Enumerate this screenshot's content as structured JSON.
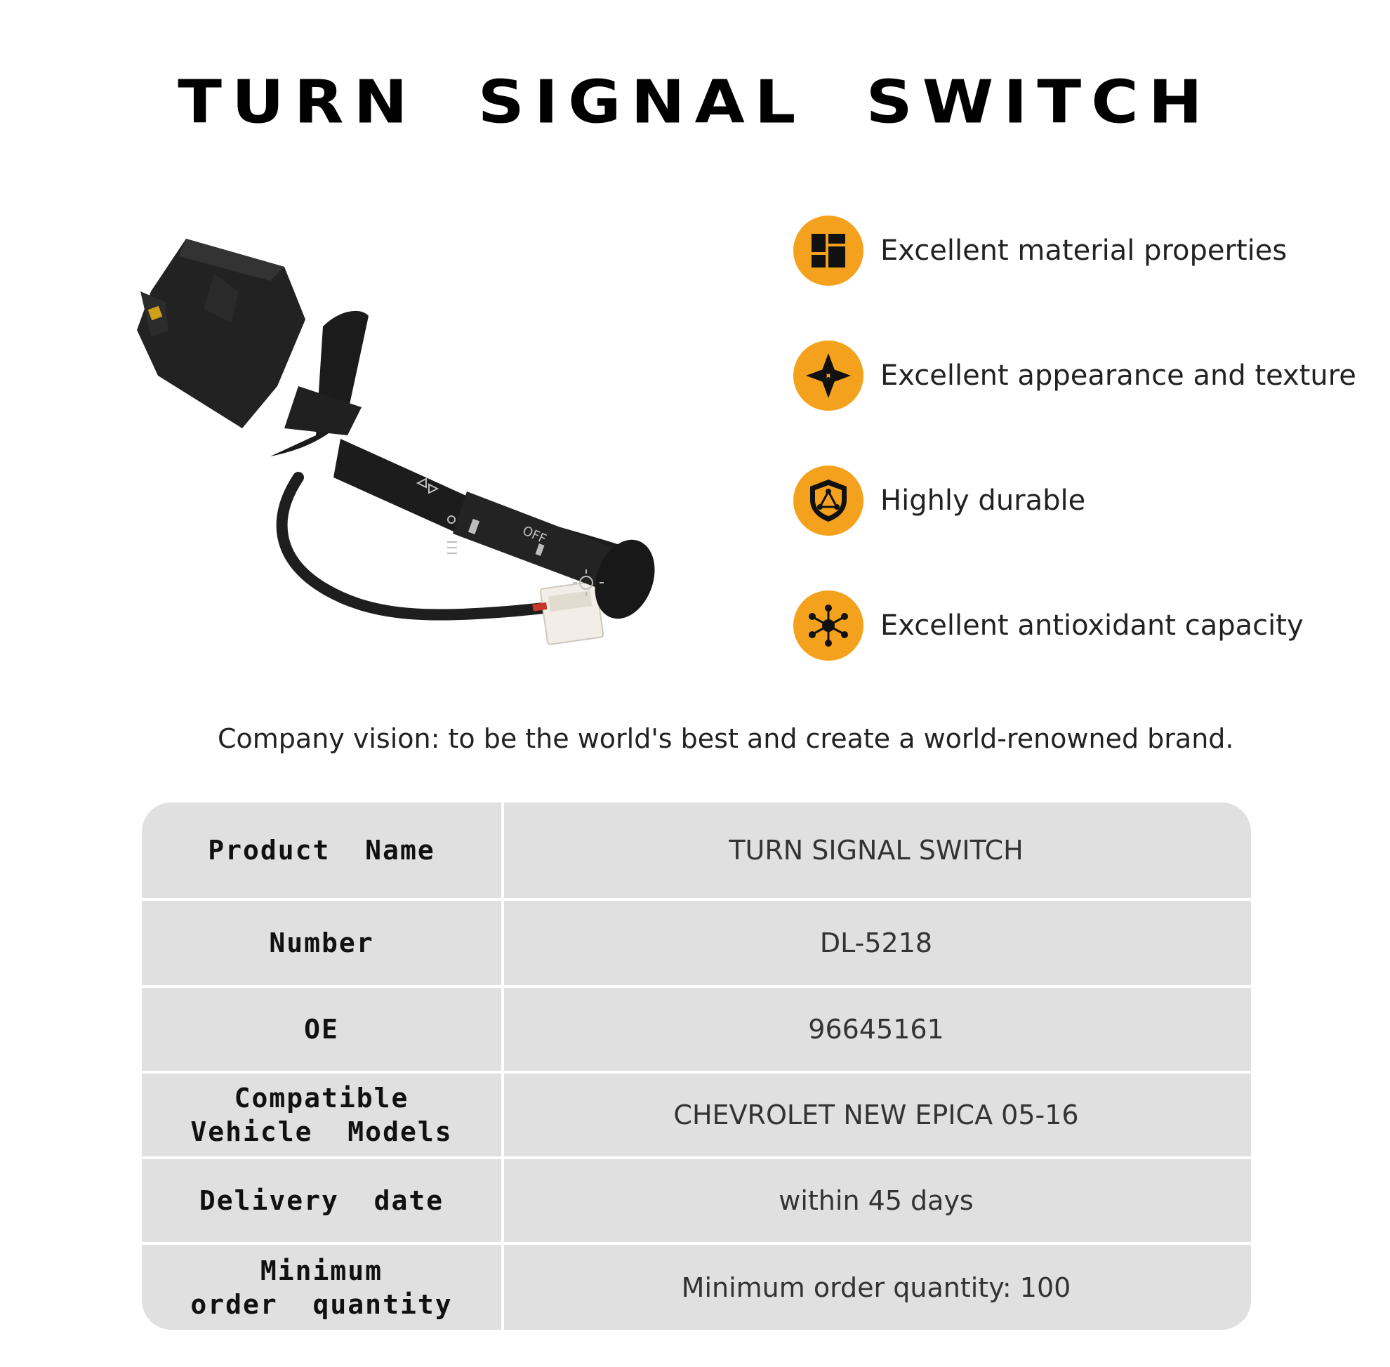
{
  "title": "TURN  SIGNAL  SWITCH",
  "features": [
    {
      "label": "Excellent material properties",
      "icon": "blocks-icon"
    },
    {
      "label": "Excellent appearance and texture",
      "icon": "diamond-arrows-icon"
    },
    {
      "label": "Highly durable",
      "icon": "shield-icon"
    },
    {
      "label": "Excellent antioxidant capacity",
      "icon": "molecule-icon"
    }
  ],
  "vision": "Company vision: to be the world's best and create a world-renowned brand.",
  "product_image": {
    "stalk_labels": {
      "off": "OFF"
    }
  },
  "table": {
    "rows": [
      {
        "key": "Product  Name",
        "value": "TURN SIGNAL SWITCH"
      },
      {
        "key": "Number",
        "value": "DL-5218"
      },
      {
        "key": "OE",
        "value": "96645161"
      },
      {
        "key": "Compatible\nVehicle  Models",
        "value": "CHEVROLET NEW EPICA 05-16"
      },
      {
        "key": "Delivery  date",
        "value": "within 45 days"
      },
      {
        "key": "Minimum\norder  quantity",
        "value": "Minimum order quantity: 100"
      }
    ]
  },
  "colors": {
    "accent": "#f4a21d",
    "table_bg": "#e0e0e0",
    "text": "#222222"
  }
}
